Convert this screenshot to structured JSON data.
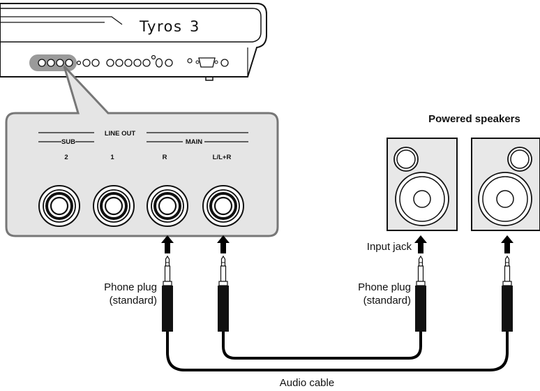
{
  "keyboard": {
    "brand": "Tyros",
    "brand_version": "3"
  },
  "panel": {
    "group_title": "LINE OUT",
    "sub_label": "SUB",
    "main_label": "MAIN",
    "jacks": [
      "2",
      "1",
      "R",
      "L/L+R"
    ]
  },
  "speakers": {
    "title": "Powered speakers"
  },
  "labels": {
    "input_jack": "Input jack",
    "phone_plug_left_line1": "Phone plug",
    "phone_plug_left_line2": "(standard)",
    "phone_plug_right_line1": "Phone plug",
    "phone_plug_right_line2": "(standard)",
    "audio_cable": "Audio cable"
  },
  "colors": {
    "panel_fill": "#e5e5e5",
    "panel_stroke": "#777777",
    "highlight": "#9a9a9a",
    "cable": "#000000",
    "speaker_fill": "#e8e8e8"
  }
}
